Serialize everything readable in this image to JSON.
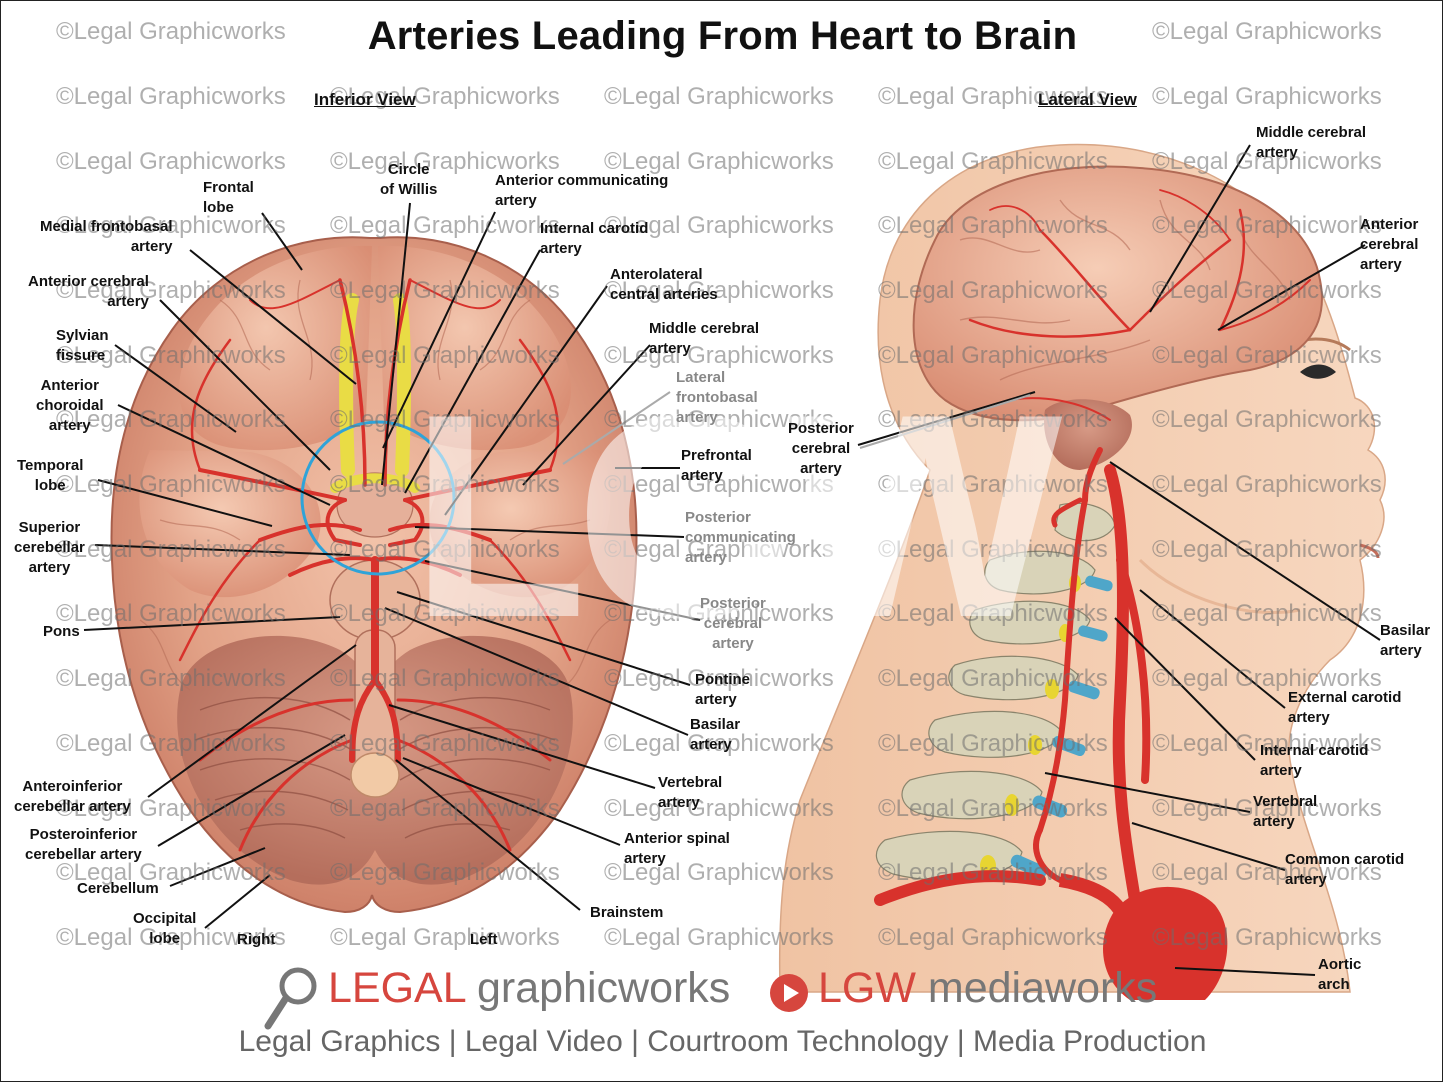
{
  "title": "Arteries Leading From Heart to Brain",
  "views": {
    "inferior": "Inferior View",
    "lateral": "Lateral View"
  },
  "watermark_text": "©Legal Graphicworks",
  "big_watermark": "LGW",
  "inferior_labels": [
    {
      "id": "frontal-lobe",
      "lines": [
        "Frontal",
        "lobe"
      ]
    },
    {
      "id": "circle-of-willis",
      "lines": [
        "Circle",
        "of Willis"
      ]
    },
    {
      "id": "anterior-communicating-artery",
      "lines": [
        "Anterior communicating",
        "artery"
      ]
    },
    {
      "id": "medial-frontobasal-artery",
      "lines": [
        "Medial frontobasal",
        "artery"
      ]
    },
    {
      "id": "internal-carotid-artery-inferior",
      "lines": [
        "Internal carotid",
        "artery"
      ]
    },
    {
      "id": "anterior-cerebral-artery-inferior",
      "lines": [
        "Anterior cerebral",
        "artery"
      ]
    },
    {
      "id": "anterolateral-central-arteries",
      "lines": [
        "Anterolateral",
        "central arteries"
      ]
    },
    {
      "id": "sylvian-fissure",
      "lines": [
        "Sylvian",
        "fissure"
      ]
    },
    {
      "id": "middle-cerebral-artery-inferior",
      "lines": [
        "Middle cerebral",
        "artery"
      ]
    },
    {
      "id": "anterior-choroidal-artery",
      "lines": [
        "Anterior",
        "choroidal",
        "artery"
      ]
    },
    {
      "id": "lateral-frontobasal-artery",
      "lines": [
        "Lateral",
        "frontobasal",
        "artery"
      ]
    },
    {
      "id": "temporal-lobe",
      "lines": [
        "Temporal",
        "lobe"
      ]
    },
    {
      "id": "prefrontal-artery",
      "lines": [
        "Prefrontal",
        "artery"
      ]
    },
    {
      "id": "superior-cerebellar-artery",
      "lines": [
        "Superior",
        "cerebellar",
        "artery"
      ]
    },
    {
      "id": "posterior-communicating-artery",
      "lines": [
        "Posterior",
        "communicating",
        "artery"
      ]
    },
    {
      "id": "pons",
      "lines": [
        "Pons"
      ]
    },
    {
      "id": "posterior-cerebral-artery-inferior",
      "lines": [
        "Posterior",
        "cerebral",
        "artery"
      ]
    },
    {
      "id": "pontine-artery",
      "lines": [
        "Pontine",
        "artery"
      ]
    },
    {
      "id": "basilar-artery-inferior",
      "lines": [
        "Basilar",
        "artery"
      ]
    },
    {
      "id": "vertebral-artery-inferior",
      "lines": [
        "Vertebral",
        "artery"
      ]
    },
    {
      "id": "anteroinferior-cerebellar-artery",
      "lines": [
        "Anteroinferior",
        "cerebellar artery"
      ]
    },
    {
      "id": "anterior-spinal-artery",
      "lines": [
        "Anterior spinal",
        "artery"
      ]
    },
    {
      "id": "posteroinferior-cerebellar-artery",
      "lines": [
        "Posteroinferior",
        "cerebellar artery"
      ]
    },
    {
      "id": "cerebellum",
      "lines": [
        "Cerebellum"
      ]
    },
    {
      "id": "brainstem",
      "lines": [
        "Brainstem"
      ]
    },
    {
      "id": "occipital-lobe",
      "lines": [
        "Occipital",
        "lobe"
      ]
    },
    {
      "id": "right",
      "lines": [
        "Right"
      ]
    },
    {
      "id": "left",
      "lines": [
        "Left"
      ]
    }
  ],
  "lateral_labels": [
    {
      "id": "middle-cerebral-artery-lateral",
      "lines": [
        "Middle cerebral",
        "artery"
      ]
    },
    {
      "id": "anterior-cerebral-artery-lateral",
      "lines": [
        "Anterior",
        "cerebral",
        "artery"
      ]
    },
    {
      "id": "posterior-cerebral-artery-lateral",
      "lines": [
        "Posterior",
        "cerebral",
        "artery"
      ]
    },
    {
      "id": "basilar-artery-lateral",
      "lines": [
        "Basilar",
        "artery"
      ]
    },
    {
      "id": "external-carotid-artery",
      "lines": [
        "External carotid",
        "artery"
      ]
    },
    {
      "id": "internal-carotid-artery-lateral",
      "lines": [
        "Internal carotid",
        "artery"
      ]
    },
    {
      "id": "vertebral-artery-lateral",
      "lines": [
        "Vertebral",
        "artery"
      ]
    },
    {
      "id": "common-carotid-artery",
      "lines": [
        "Common carotid",
        "artery"
      ]
    },
    {
      "id": "aortic-arch",
      "lines": [
        "Aortic",
        "arch"
      ]
    }
  ],
  "footer": {
    "brand1_a": "LEGAL",
    "brand1_b": " graphicworks",
    "brand2_a": "LGW",
    "brand2_b": " mediaworks",
    "tagline": "Legal Graphics | Legal Video | Courtroom Technology | Media Production"
  },
  "colors": {
    "artery": "#d8322c",
    "brain": "#e7a78d",
    "skin": "#f3c9a8",
    "bone": "#d9d3b8",
    "disc": "#4fa6c9",
    "nerve": "#e8d531",
    "circle_highlight": "#2fa3d8",
    "brand_red": "#d6463e",
    "brand_grey": "#777777"
  }
}
